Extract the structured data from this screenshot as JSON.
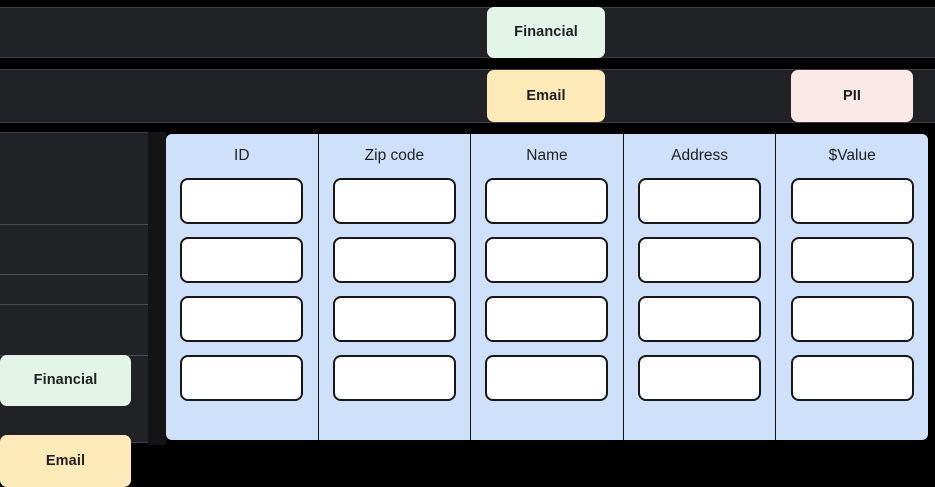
{
  "tag_rows": [
    {
      "row_name": "row-top-1",
      "chips": [
        {
          "label": "Financial",
          "color": "#e3f5e8",
          "name": "tag-chip-financial"
        }
      ]
    },
    {
      "row_name": "row-top-2",
      "chips": [
        {
          "label": "Email",
          "color": "#fdeab8",
          "name": "tag-chip-email"
        },
        {
          "label": "PII",
          "color": "#fbe9e7",
          "name": "tag-chip-pii"
        }
      ]
    }
  ],
  "sidebar": {
    "items": [
      {
        "label": "Financial",
        "color": "#e3f5e8"
      },
      {
        "label": "Email",
        "color": "#fdeab8"
      }
    ]
  },
  "table": {
    "columns": [
      {
        "header": "ID"
      },
      {
        "header": "Zip code"
      },
      {
        "header": "Name"
      },
      {
        "header": "Address"
      },
      {
        "header": "$Value"
      }
    ],
    "row_count": 4,
    "cell_value": "",
    "header_background": "#cfe1fa",
    "cell_background": "#ffffff",
    "cell_border_color": "#18181b"
  },
  "theme": {
    "page_background": "#000000",
    "panel_background": "#212226",
    "panel_border": "#3a3c42",
    "text_color": "#1e1f22"
  }
}
